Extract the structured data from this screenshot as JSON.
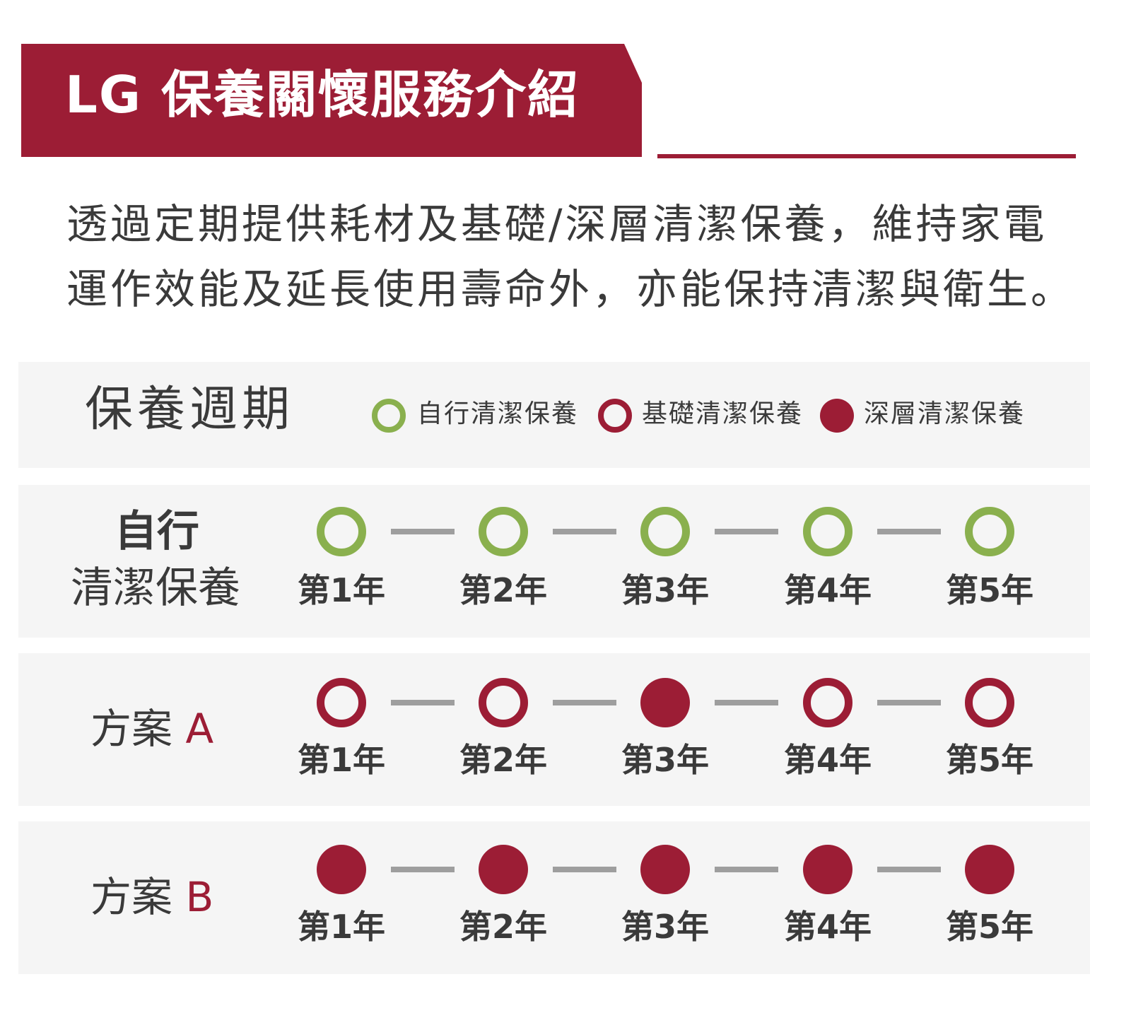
{
  "header": {
    "title": "LG 保養關懷服務介紹"
  },
  "description": {
    "line1": "透過定期提供耗材及基礎/深層清潔保養，維持家電",
    "line2": "運作效能及延長使用壽命外，亦能保持清潔與衛生。"
  },
  "legend": {
    "title": "保養週期",
    "items": [
      {
        "label": "自行清潔保養",
        "icon": "green-ring-icon",
        "color": "#8ab04e"
      },
      {
        "label": "基礎清潔保養",
        "icon": "red-ring-icon",
        "color": "#9c1d35"
      },
      {
        "label": "深層清潔保養",
        "icon": "red-dot-icon",
        "color": "#9c1d35"
      }
    ]
  },
  "years": [
    "第1年",
    "第2年",
    "第3年",
    "第4年",
    "第5年"
  ],
  "rows": [
    {
      "label_accent": "自行",
      "label_main": "清潔保養",
      "types": [
        "self",
        "self",
        "self",
        "self",
        "self"
      ]
    },
    {
      "label_main": "方案",
      "label_accent": "A",
      "types": [
        "basic",
        "basic",
        "deep",
        "basic",
        "basic"
      ]
    },
    {
      "label_main": "方案",
      "label_accent": "B",
      "types": [
        "deep",
        "deep",
        "deep",
        "deep",
        "deep"
      ]
    }
  ],
  "colors": {
    "brand": "#9c1d35",
    "self_care": "#8ab04e",
    "connector": "#9e9e9e",
    "panel_bg": "#f5f5f5"
  }
}
